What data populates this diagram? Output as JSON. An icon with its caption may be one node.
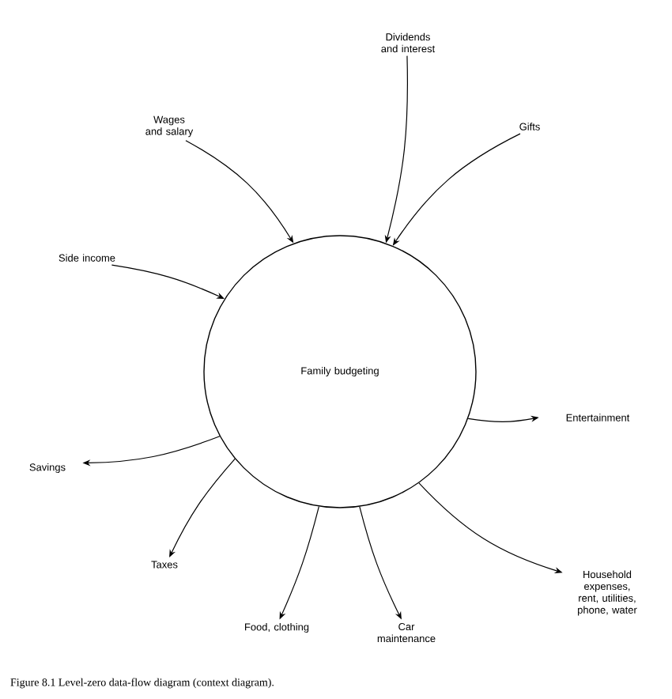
{
  "diagram": {
    "caption": "Figure 8.1 Level-zero data-flow diagram (context diagram).",
    "nodes": [
      {
        "text": [
          "Dividends and interest"
        ]
      },
      {
        "text": [
          "Wages and salary"
        ]
      },
      {
        "text": [
          "Gifts"
        ]
      },
      {
        "text": [
          "Side income"
        ]
      },
      {
        "text": [
          "Family budgeting"
        ]
      },
      {
        "text": [
          "Entertainment"
        ]
      },
      {
        "text": [
          "Savings"
        ]
      },
      {
        "text": [
          "Taxes"
        ]
      },
      {
        "text": [
          "Household expenses, rent, utilities, phone, water"
        ]
      },
      {
        "text": [
          "Food, clothing"
        ]
      },
      {
        "text": [
          "Car maintenance"
        ]
      }
    ],
    "edges": [
      {
        "from": 0,
        "to": 4,
        "arrow": "to"
      },
      {
        "from": 1,
        "to": 4,
        "arrow": "to"
      },
      {
        "from": 2,
        "to": 4,
        "arrow": "to"
      },
      {
        "from": 3,
        "to": 4,
        "arrow": "to"
      },
      {
        "from": 4,
        "to": 5,
        "arrow": "to"
      },
      {
        "from": 4,
        "to": 6,
        "arrow": "to"
      },
      {
        "from": 4,
        "to": 7,
        "arrow": "to"
      },
      {
        "from": 4,
        "to": 8,
        "arrow": "to"
      },
      {
        "from": 4,
        "to": 9,
        "arrow": "to"
      },
      {
        "from": 4,
        "to": 10,
        "arrow": "to"
      }
    ]
  }
}
